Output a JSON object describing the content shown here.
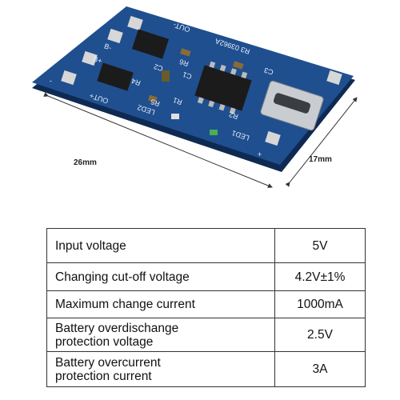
{
  "board": {
    "labels": {
      "out_minus": "OUT-",
      "b_minus": "B-",
      "b_plus": "B+",
      "out_plus": "OUT+",
      "minus": "-",
      "plus": "+",
      "r3_code": "R3 03962A",
      "c3": "C3",
      "r6": "R6",
      "c1": "C1",
      "c2": "C2",
      "r4": "R4",
      "r1": "R1",
      "r2": "R2",
      "r5": "R5",
      "led2": "LED2",
      "led1": "LED1"
    },
    "colors": {
      "pcb": "#1f4f8f",
      "pcb_dark": "#143768",
      "chip": "#1b1b1b",
      "pad": "#d7d7d7"
    }
  },
  "dimensions": {
    "length": "26mm",
    "width": "17mm"
  },
  "specs": {
    "rows": [
      {
        "label_lines": [
          "Input voltage"
        ],
        "value": "5V"
      },
      {
        "label_lines": [
          "Changing cut-off voltage"
        ],
        "value": "4.2V±1%"
      },
      {
        "label_lines": [
          "Maximum change current"
        ],
        "value": "1000mA"
      },
      {
        "label_lines": [
          "Battery overdischange",
          "protection voltage"
        ],
        "value": "2.5V"
      },
      {
        "label_lines": [
          "Battery overcurrent",
          "protection current"
        ],
        "value": "3A"
      }
    ]
  }
}
